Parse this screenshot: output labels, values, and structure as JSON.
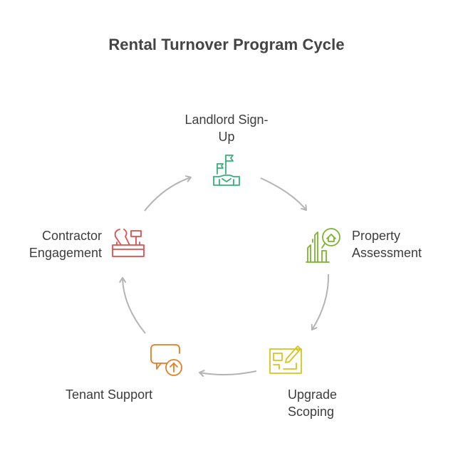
{
  "title": "Rental Turnover Program Cycle",
  "steps": [
    {
      "label_line1": "Landlord Sign-",
      "label_line2": "Up",
      "icon": "handshake-flags-icon",
      "color": "#34b27a"
    },
    {
      "label_line1": "Property",
      "label_line2": "Assessment",
      "icon": "house-search-icon",
      "color": "#7bb52f"
    },
    {
      "label_line1": "Upgrade",
      "label_line2": "Scoping",
      "icon": "blueprint-pencil-icon",
      "color": "#d8c41c"
    },
    {
      "label_line1": "Tenant Support",
      "label_line2": "",
      "icon": "chat-upload-icon",
      "color": "#e47f23"
    },
    {
      "label_line1": "Contractor",
      "label_line2": "Engagement",
      "icon": "toolbox-icon",
      "color": "#e14f4f"
    }
  ],
  "arrow_color": "#b4b4b4"
}
